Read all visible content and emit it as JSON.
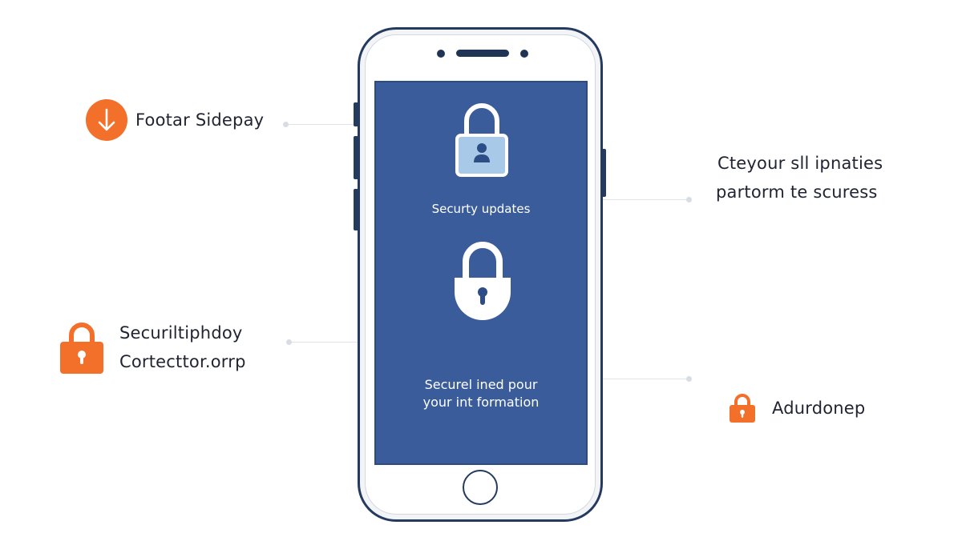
{
  "phone": {
    "screen_heading": "Securty updates",
    "screen_message_line1": "Securel ined pour",
    "screen_message_line2": "your int formation"
  },
  "callouts": {
    "top_left": {
      "text": "Footar Sidepay",
      "icon": "download-arrow-icon"
    },
    "mid_left": {
      "line1": "Securiltiphdoy",
      "line2": "Cortecttor.orrp",
      "icon": "padlock-icon"
    },
    "top_right": {
      "line1": "Cteyour sll ipnaties",
      "line2": "partorm te scuress"
    },
    "bottom_right": {
      "text": "Adurdonep",
      "icon": "padlock-icon"
    }
  },
  "colors": {
    "accent_orange": "#f2702a",
    "screen_blue": "#3a5c9a",
    "phone_frame": "#243a5e"
  }
}
